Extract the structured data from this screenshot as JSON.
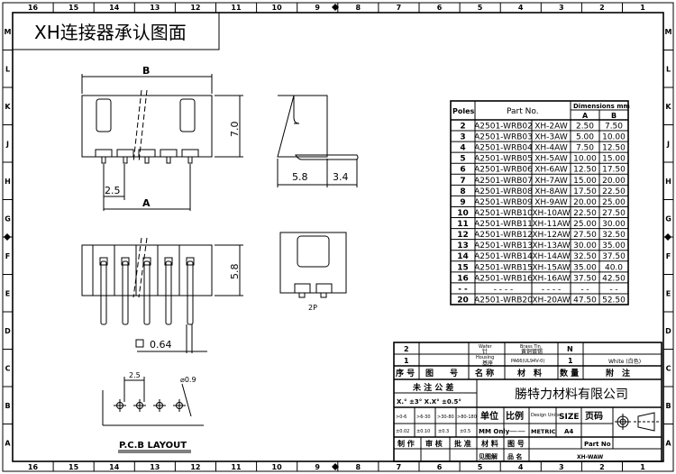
{
  "title": "XH连接器承认图面",
  "ruler": {
    "columns": [
      "16",
      "15",
      "14",
      "13",
      "12",
      "11",
      "10",
      "9",
      "8",
      "7",
      "6",
      "5",
      "4",
      "3",
      "2",
      "1"
    ],
    "rows": [
      "M",
      "L",
      "K",
      "J",
      "H",
      "G",
      "F",
      "E",
      "D",
      "C",
      "B",
      "A"
    ]
  },
  "drawing": {
    "dim_b": "B",
    "dim_a": "A",
    "dim_pitch": "2.5",
    "dim_height": "7.0",
    "dim_side_depth": "5.8",
    "dim_pin_ext": "3.4",
    "dim_rear_height": "5.8",
    "dim_pin_size": "0.64",
    "end_view_label": "2P",
    "pcb_pitch": "2.5",
    "pcb_hole": "⌀0.9",
    "pcb_title": "P.C.B LAYOUT"
  },
  "table": {
    "header_poles": "Poles",
    "header_part": "Part No.",
    "header_dims": "Dimensions mm",
    "header_a": "A",
    "header_b": "B",
    "rows": [
      [
        "2",
        "A2501-WRB02",
        "XH-2AW",
        "2.50",
        "7.50"
      ],
      [
        "3",
        "A2501-WRB03",
        "XH-3AW",
        "5.00",
        "10.00"
      ],
      [
        "4",
        "A2501-WRB04",
        "XH-4AW",
        "7.50",
        "12.50"
      ],
      [
        "5",
        "A2501-WRB05",
        "XH-5AW",
        "10.00",
        "15.00"
      ],
      [
        "6",
        "A2501-WRB06",
        "XH-6AW",
        "12.50",
        "17.50"
      ],
      [
        "7",
        "A2501-WRB07",
        "XH-7AW",
        "15.00",
        "20.00"
      ],
      [
        "8",
        "A2501-WRB08",
        "XH-8AW",
        "17.50",
        "22.50"
      ],
      [
        "9",
        "A2501-WRB09",
        "XH-9AW",
        "20.00",
        "25.00"
      ],
      [
        "10",
        "A2501-WRB10",
        "XH-10AW",
        "22.50",
        "27.50"
      ],
      [
        "11",
        "A2501-WRB11",
        "XH-11AW",
        "25.00",
        "30.00"
      ],
      [
        "12",
        "A2501-WRB12",
        "XH-12AW",
        "27.50",
        "32.50"
      ],
      [
        "13",
        "A2501-WRB13",
        "XH-13AW",
        "30.00",
        "35.00"
      ],
      [
        "14",
        "A2501-WRB14",
        "XH-14AW",
        "32.50",
        "37.50"
      ],
      [
        "15",
        "A2501-WRB15",
        "XH-15AW",
        "35.00",
        "40.0"
      ],
      [
        "16",
        "A2501-WRB16",
        "XH-16AW",
        "37.50",
        "42.50"
      ],
      [
        "- -",
        "- -   - -",
        "- -  - -",
        "- -",
        "- -"
      ],
      [
        "20",
        "A2501-WRB20",
        "XH-20AW",
        "47.50",
        "52.50"
      ]
    ]
  },
  "titleblock": {
    "bom": [
      {
        "no": "2",
        "name_en": "Wafer",
        "name_cn": "针",
        "material_en": "Brass Tin",
        "material_cn": "黄铜镀锡",
        "qty": "N",
        "note": ""
      },
      {
        "no": "1",
        "name_en": "Housing",
        "name_cn": "基座",
        "material_en": "PA66(UL94V-0)",
        "material_cn": "",
        "qty": "1",
        "note": "White (白色)"
      }
    ],
    "h_no": "序 号",
    "h_drawing": "图　　号",
    "h_name": "名 称",
    "h_material": "材　料",
    "h_qty": "数 量",
    "h_note": "附　注",
    "tol_title": "未 注 公 差",
    "tol_angle": "X.° ±3°  X.X° ±0.5°",
    "company": "勝特力材料有限公司",
    "ranges": [
      ">0-6",
      ">6-30",
      ">30-80",
      ">80-180"
    ],
    "tols": [
      "±0.02",
      "±0.10",
      "±0.3",
      "±0.5"
    ],
    "unit_label": "单位",
    "unit_value": "MM Only",
    "scale_label": "比例",
    "scale_value": "——",
    "design_units": "Design Units",
    "design_value": "METRIC",
    "size_label": "SIZE",
    "size_value": "A4",
    "page_label": "页码",
    "made": "制 作",
    "checked": "审 核",
    "approved": "批 准",
    "material_label": "材 料",
    "drawing_no_label": "图 号",
    "part_no_label": "Part No",
    "see_drawing": "见图解",
    "product_name_label": "品 名",
    "product_name": "XH-WAW"
  }
}
